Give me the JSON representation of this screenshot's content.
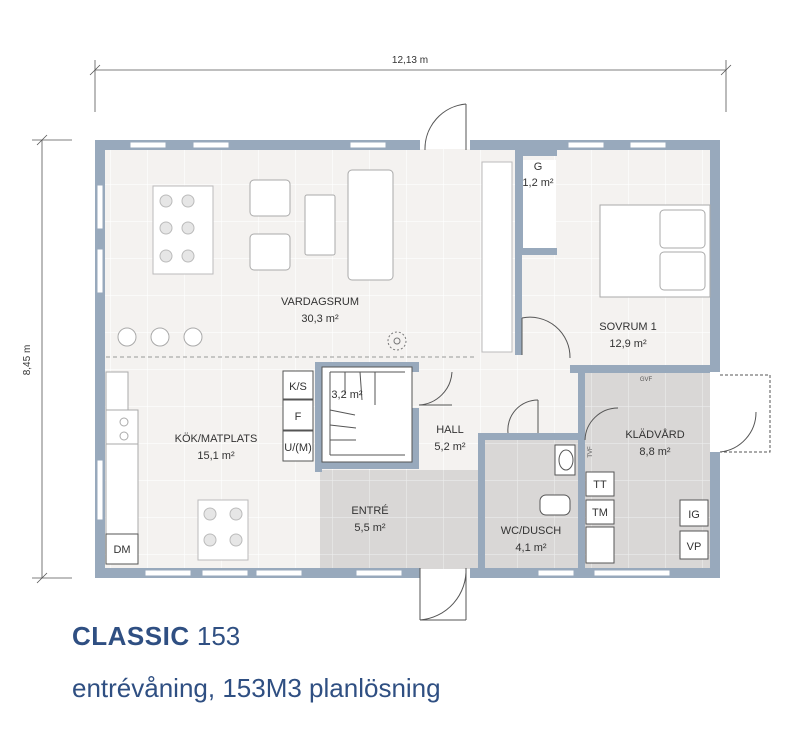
{
  "dimensions": {
    "width": "12,13 m",
    "height": "8,45 m"
  },
  "rooms": {
    "vardagsrum": {
      "name": "VARDAGSRUM",
      "area": "30,3 m²"
    },
    "g": {
      "name": "G",
      "area": "1,2 m²"
    },
    "sovrum": {
      "name": "SOVRUM 1",
      "area": "12,9 m²"
    },
    "kok": {
      "name": "KÖK/MATPLATS",
      "area": "15,1 m²"
    },
    "stair": {
      "area": "3,2 m²"
    },
    "hall": {
      "name": "HALL",
      "area": "5,2 m²"
    },
    "kladvard": {
      "name": "KLÄDVÅRD",
      "area": "8,8 m²"
    },
    "entre": {
      "name": "ENTRÉ",
      "area": "5,5 m²"
    },
    "wc": {
      "name": "WC/DUSCH",
      "area": "4,1 m²"
    }
  },
  "fixtures": {
    "ks": "K/S",
    "f": "F",
    "um": "U/(M)",
    "dm": "DM",
    "tt": "TT",
    "tm": "TM",
    "ig": "IG",
    "vp": "VP",
    "gvf": "GVF",
    "tvf": "TVF"
  },
  "caption": {
    "brand": "CLASSIC",
    "model": "153",
    "subtitle": "entrévåning, 153M3 planlösning"
  },
  "colors": {
    "wall": "#98a9bc",
    "floor_light": "#f4f2f0",
    "floor_grey": "#d9d7d6",
    "text_blue": "#2f4f82"
  }
}
